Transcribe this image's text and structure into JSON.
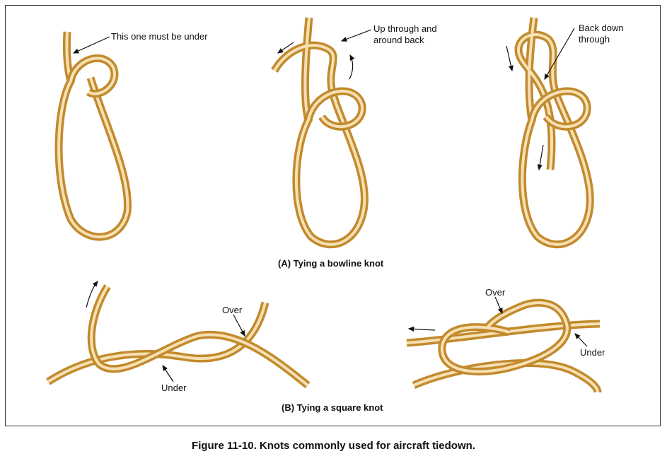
{
  "bowline": {
    "step1_label": "This one must be under",
    "step2_label": "Up through and around back",
    "step3_label": "Back down through",
    "caption": "(A) Tying a bowline knot"
  },
  "square": {
    "left_over": "Over",
    "left_under": "Under",
    "right_over": "Over",
    "right_under": "Under",
    "caption": "(B) Tying a square knot"
  },
  "figure_caption": "Figure 11-10. Knots commonly used for aircraft tiedown.",
  "colors": {
    "rope_outer": "#c28a2c",
    "rope_inner": "#f6e0b4"
  }
}
